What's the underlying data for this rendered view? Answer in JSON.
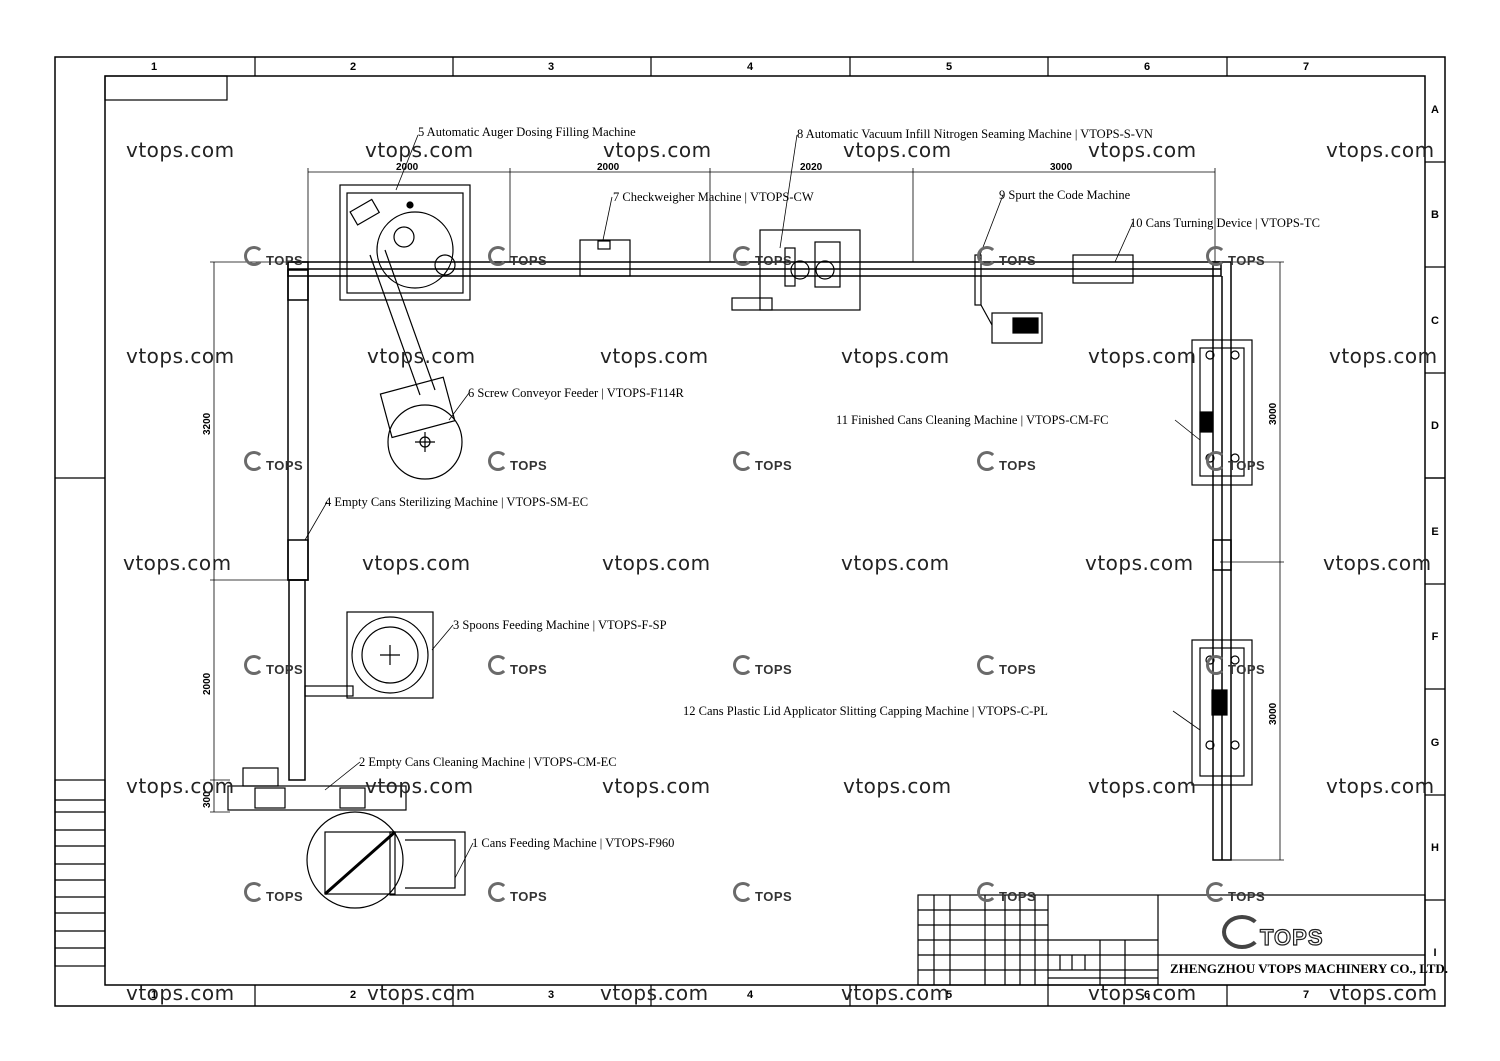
{
  "frame": {
    "columns": [
      "1",
      "2",
      "3",
      "4",
      "5",
      "6",
      "7"
    ],
    "rows": [
      "A",
      "B",
      "C",
      "D",
      "E",
      "F",
      "G",
      "H",
      "I"
    ]
  },
  "machines": [
    {
      "label": "5 Automatic Auger Dosing Filling Machine"
    },
    {
      "label": "8 Automatic Vacuum Infill Nitrogen Seaming Machine | VTOPS-S-VN"
    },
    {
      "label": "7 Checkweigher Machine | VTOPS-CW"
    },
    {
      "label": "9 Spurt the Code Machine"
    },
    {
      "label": "10 Cans Turning Device | VTOPS-TC"
    },
    {
      "label": "6 Screw Conveyor Feeder | VTOPS-F114R"
    },
    {
      "label": "11 Finished Cans Cleaning Machine | VTOPS-CM-FC"
    },
    {
      "label": "4 Empty Cans Sterilizing Machine | VTOPS-SM-EC"
    },
    {
      "label": "3 Spoons Feeding Machine | VTOPS-F-SP"
    },
    {
      "label": "12 Cans Plastic Lid Applicator Slitting Capping Machine | VTOPS-C-PL"
    },
    {
      "label": "2 Empty Cans Cleaning Machine | VTOPS-CM-EC"
    },
    {
      "label": "1 Cans Feeding Machine | VTOPS-F960"
    }
  ],
  "dimensions": {
    "top": [
      "2000",
      "2000",
      "2020",
      "3000"
    ],
    "left": [
      "3200",
      "2000",
      "300"
    ],
    "right": [
      "3000",
      "3000"
    ]
  },
  "watermark": {
    "text": "vtops.com",
    "logo_text": "TOPS"
  },
  "title_block": {
    "company": "ZHENGZHOU VTOPS MACHINERY CO., LTD.",
    "logo_text": "TOPS"
  },
  "colors": {
    "line": "#000000",
    "watermark": "#222222",
    "logo_gray": "#6a6a6a"
  }
}
